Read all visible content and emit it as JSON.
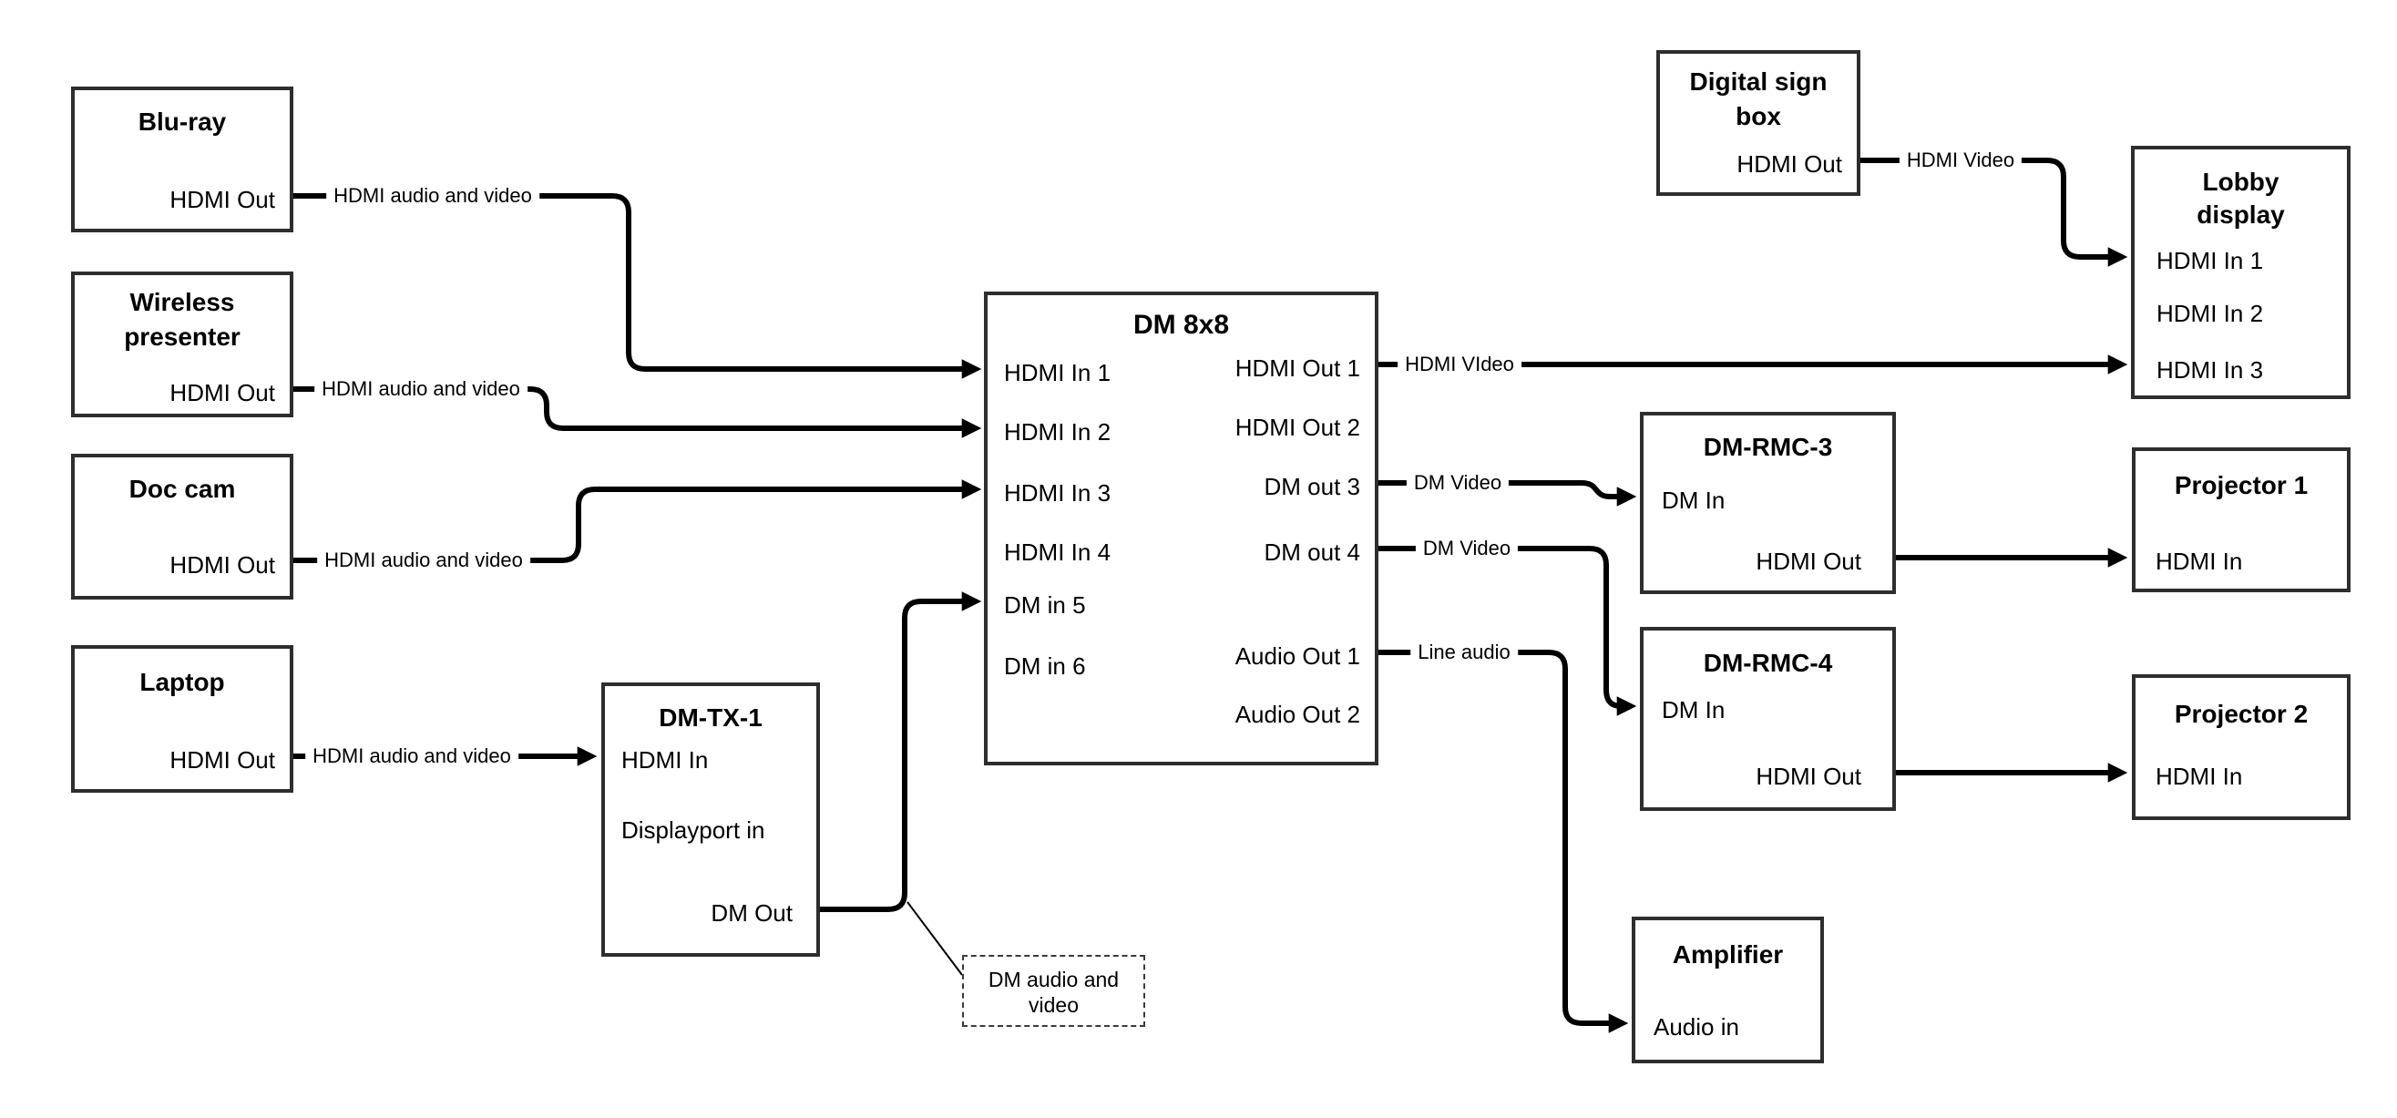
{
  "nodes": {
    "bluray": {
      "title": "Blu-ray",
      "port_hdmi_out": "HDMI Out"
    },
    "wireless_presenter": {
      "title_line1": "Wireless",
      "title_line2": "presenter",
      "port_hdmi_out": "HDMI Out"
    },
    "doc_cam": {
      "title": "Doc cam",
      "port_hdmi_out": "HDMI Out"
    },
    "laptop": {
      "title": "Laptop",
      "port_hdmi_out": "HDMI Out"
    },
    "dm_tx_1": {
      "title": "DM-TX-1",
      "port_hdmi_in": "HDMI In",
      "port_displayport_in": "Displayport in",
      "port_dm_out": "DM Out"
    },
    "dm_8x8": {
      "title": "DM 8x8",
      "inputs": [
        "HDMI In 1",
        "HDMI In 2",
        "HDMI In 3",
        "HDMI In 4",
        "DM in 5",
        "DM in 6"
      ],
      "outputs": [
        "HDMI Out 1",
        "HDMI Out 2",
        "DM out 3",
        "DM out 4",
        "Audio Out 1",
        "Audio Out 2"
      ]
    },
    "digital_sign_box": {
      "title_line1": "Digital sign",
      "title_line2": "box",
      "port_hdmi_out": "HDMI Out"
    },
    "lobby_display": {
      "title_line1": "Lobby",
      "title_line2": "display",
      "inputs": [
        "HDMI In 1",
        "HDMI In 2",
        "HDMI In 3"
      ]
    },
    "dm_rmc_3": {
      "title": "DM-RMC-3",
      "port_dm_in": "DM In",
      "port_hdmi_out": "HDMI Out"
    },
    "dm_rmc_4": {
      "title": "DM-RMC-4",
      "port_dm_in": "DM In",
      "port_hdmi_out": "HDMI Out"
    },
    "projector_1": {
      "title": "Projector 1",
      "port_hdmi_in": "HDMI In"
    },
    "projector_2": {
      "title": "Projector 2",
      "port_hdmi_in": "HDMI In"
    },
    "amplifier": {
      "title": "Amplifier",
      "port_audio_in": "Audio in"
    },
    "note": {
      "line1": "DM audio and",
      "line2": "video"
    }
  },
  "edge_labels": {
    "bluray_to_dm8x8": "HDMI audio and video",
    "wireless_to_dm8x8": "HDMI audio and video",
    "doccam_to_dm8x8": "HDMI audio and video",
    "laptop_to_dmtx1": "HDMI audio and video",
    "hdmi_out1_to_lobby": "HDMI VIdeo",
    "digitalsign_to_lobby": "HDMI Video",
    "dm_out3_to_rmc3": "DM Video",
    "dm_out4_to_rmc4": "DM Video",
    "audio_out1_to_amp": "Line audio"
  },
  "colors": {
    "wire": "#000000",
    "box_border": "#2e2e2e",
    "background": "#ffffff",
    "text": "#000000"
  }
}
